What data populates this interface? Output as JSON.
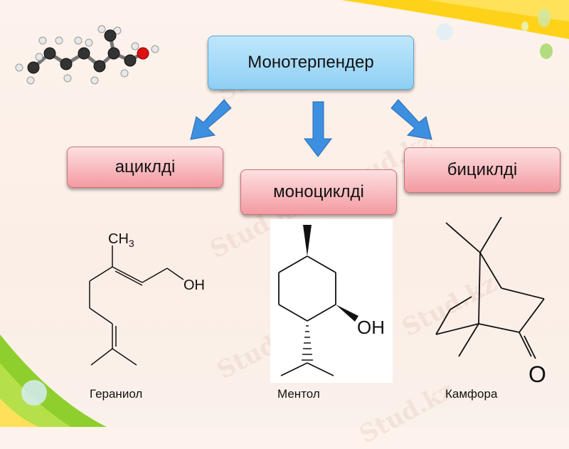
{
  "title": "Монотерпендер",
  "categories": [
    {
      "key": "acyclic",
      "label": "ациклді"
    },
    {
      "key": "monocyclic",
      "label": "моноциклді"
    },
    {
      "key": "bicyclic",
      "label": "бициклді"
    }
  ],
  "examples": [
    {
      "name": "Гераниол",
      "labels": [
        "CH3",
        "OH"
      ]
    },
    {
      "name": "Ментол",
      "labels": [
        "OH"
      ]
    },
    {
      "name": "Камфора",
      "labels": [
        "O"
      ]
    }
  ],
  "watermark": "Stud.kz",
  "colors": {
    "accent_blue": "#8fd0f5",
    "category_pink": "#f39aa1",
    "arrow_blue": "#3d8fe0",
    "ribbon_yellow": "#ffd21a",
    "ribbon_green": "#8fcf2d"
  }
}
